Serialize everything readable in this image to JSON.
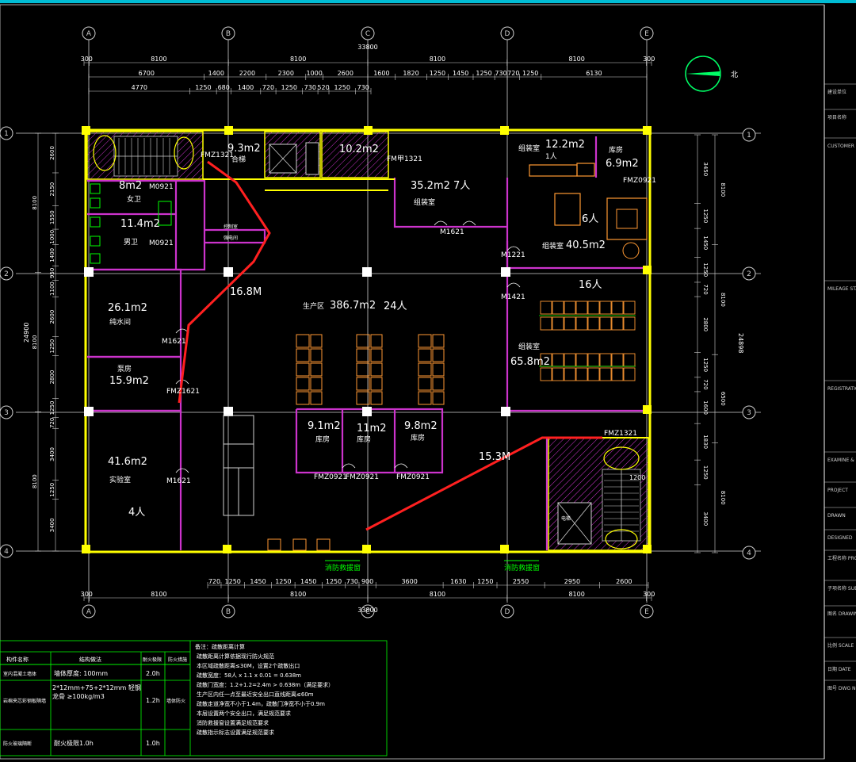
{
  "colors": {
    "background": "#000000",
    "wall": "#ffff00",
    "partition": "#cc33cc",
    "route": "#ff2020",
    "furniture": "#ff9933",
    "table_line": "#00ff00",
    "dimension": "#ffffff",
    "top_border": "#00bcd4"
  },
  "compass_label": "北",
  "grid": {
    "columns": [
      "A",
      "B",
      "C",
      "D",
      "E"
    ],
    "rows": [
      "1",
      "2",
      "3",
      "4"
    ]
  },
  "dimensions": {
    "top_total": "33800",
    "top_row1": [
      "300",
      "8100",
      "8100",
      "8100",
      "8100",
      "300"
    ],
    "top_row2": [
      "6700",
      "1400",
      "2200",
      "2300",
      "1000",
      "2600",
      "1600",
      "1820",
      "1250",
      "1450",
      "1250",
      "730",
      "720",
      "1250",
      "6130"
    ],
    "top_row3": [
      "4770",
      "1250",
      "680",
      "1400",
      "720",
      "1250",
      "730",
      "520",
      "1250",
      "730"
    ],
    "bottom_row1": [
      "720",
      "1250",
      "1450",
      "1250",
      "1450",
      "1250",
      "730",
      "900",
      "3600",
      "1630",
      "1250",
      "2550",
      "2950",
      "2600"
    ],
    "bottom_row2": [
      "300",
      "8100",
      "8100",
      "8100",
      "8100",
      "300"
    ],
    "bottom_total": "33800",
    "left_outer": [
      "2600",
      "2150",
      "1550",
      "1000",
      "1400",
      "950",
      "1100",
      "2600",
      "1250",
      "2800",
      "1250",
      "720",
      "3400",
      "1250",
      "3400"
    ],
    "left_bays": [
      "8100",
      "8100",
      "8100"
    ],
    "left_total": "24900",
    "right_outer": [
      "3450",
      "1250",
      "1450",
      "1250",
      "720",
      "2800",
      "1250",
      "720",
      "1600",
      "1830",
      "1250",
      "3400"
    ],
    "right_bays": [
      "8100",
      "8100",
      "6500",
      "8100"
    ],
    "right_total": "24898"
  },
  "rooms": [
    {
      "id": "r1",
      "area": "9.3m2",
      "name": "合梯"
    },
    {
      "id": "r2",
      "area": "10.2m2",
      "name": ""
    },
    {
      "id": "r3",
      "area": "8m2",
      "name": "女卫"
    },
    {
      "id": "r4",
      "area": "11.4m2",
      "name": "男卫"
    },
    {
      "id": "r5",
      "area": "35.2m2 7人",
      "name": "组装室"
    },
    {
      "id": "r6",
      "area": "12.2m2",
      "name": "组装室",
      "extra": "1人"
    },
    {
      "id": "r7",
      "area": "6.9m2",
      "name": "库房"
    },
    {
      "id": "r8",
      "area": "40.5m2",
      "name": "组装室",
      "extra": "6人"
    },
    {
      "id": "r9",
      "area": "26.1m2",
      "name": "纯水间"
    },
    {
      "id": "r10",
      "area": "15.9m2",
      "name": "泵房"
    },
    {
      "id": "r11",
      "area": "41.6m2",
      "name": "实验室",
      "extra": "4人"
    },
    {
      "id": "r12",
      "area": "386.7m2",
      "name": "生产区",
      "extra": "24人"
    },
    {
      "id": "r13",
      "area": "65.8m2",
      "name": "组装室",
      "extra": "16人"
    },
    {
      "id": "r14",
      "area": "9.1m2",
      "name": "库房"
    },
    {
      "id": "r15",
      "area": "11m2",
      "name": "库房"
    },
    {
      "id": "r16",
      "area": "9.8m2",
      "name": "库房"
    }
  ],
  "doors": [
    "FMZ1321",
    "M0921",
    "M0921",
    "FM甲1321",
    "M1621",
    "FMZ0921",
    "M1221",
    "M1421",
    "M1621",
    "FMZ1621",
    "M1621",
    "FMZ1321",
    "FMZ0921",
    "FMZ0921",
    "FMZ0921"
  ],
  "distances": [
    "16.8M",
    "15.3M"
  ],
  "exits": [
    "消防救援窗",
    "消防救援窗"
  ],
  "small_labels": [
    "控制室",
    "强电间",
    "电梯",
    "1200"
  ],
  "bottom_table": {
    "headers": [
      "构件名称",
      "结构做法",
      "耐火极限",
      "防火措施"
    ],
    "rows": [
      [
        "室内混凝土墙体",
        "墙体厚度: 100mm",
        "2.0h",
        ""
      ],
      [
        "岩棉夹芯彩钢板隔墙",
        "2*12mm+75+2*12mm 轻钢龙骨 ≥100kg/m3",
        "1.2h",
        "墙体防火"
      ],
      [
        "防火玻璃隔断",
        "耐火极限1.0h",
        "1.0h",
        ""
      ]
    ],
    "notes_title": "备注：疏散距离计算",
    "notes": [
      "疏散距离计算依据现行防火规范",
      "本区域疏散距离≤30M，设置2个疏散出口",
      "疏散宽度：58人 x 1.1 x 0.01 = 0.638m",
      "疏散门宽度：1.2+1.2=2.4m > 0.638m（满足要求）",
      "生产区内任一点至最近安全出口直线距离≤60m",
      "疏散走道净宽不小于1.4m，疏散门净宽不小于0.9m",
      "本层设置两个安全出口，满足规范要求",
      "消防救援窗设置满足规范要求",
      "疏散指示标志设置满足规范要求"
    ]
  },
  "title_block": [
    "建设单位",
    "项目名称",
    "CUSTOMER",
    "MILEAGE STATION",
    "REGISTRATION",
    "EXAMINE & VERIFY",
    "PROJECT",
    "DRAWN",
    "DESIGNED",
    "工程名称 PROJECT",
    "子项名称 SUB",
    "图名 DRAWING",
    "比例 SCALE",
    "日期 DATE",
    "图号 DWG NO."
  ]
}
